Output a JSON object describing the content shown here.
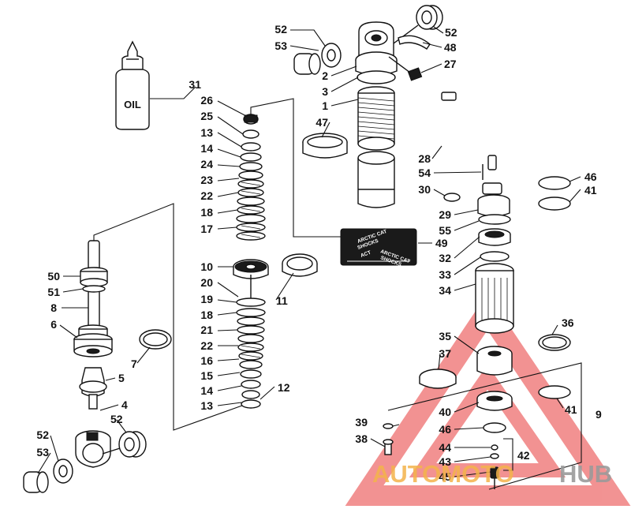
{
  "oil_bottle_label": "OIL",
  "decal_text": {
    "brand_line1": "ARCTIC CAT",
    "brand_line2": "SHOCKS",
    "brand_mark": "ACT"
  },
  "callouts": {
    "c1": "1",
    "c2": "2",
    "c3": "3",
    "c4": "4",
    "c5": "5",
    "c6": "6",
    "c7": "7",
    "c8": "8",
    "c9": "9",
    "c10": "10",
    "c11": "11",
    "c12": "12",
    "c13a": "13",
    "c13b": "13",
    "c14a": "14",
    "c14b": "14",
    "c15": "15",
    "c16": "16",
    "c17": "17",
    "c18a": "18",
    "c18b": "18",
    "c19": "19",
    "c20": "20",
    "c21": "21",
    "c22a": "22",
    "c22b": "22",
    "c23": "23",
    "c24": "24",
    "c25": "25",
    "c26": "26",
    "c27": "27",
    "c28": "28",
    "c29": "29",
    "c30": "30",
    "c31": "31",
    "c32": "32",
    "c33": "33",
    "c34": "34",
    "c35": "35",
    "c36": "36",
    "c37": "37",
    "c38": "38",
    "c39": "39",
    "c40": "40",
    "c41a": "41",
    "c41b": "41",
    "c42": "42",
    "c43": "43",
    "c44": "44",
    "c45": "45",
    "c46a": "46",
    "c46b": "46",
    "c47": "47",
    "c48": "48",
    "c49": "49",
    "c50": "50",
    "c51": "51",
    "c52a": "52",
    "c52b": "52",
    "c52c": "52",
    "c52d": "52",
    "c53a": "53",
    "c53b": "53",
    "c54": "54",
    "c55": "55"
  },
  "watermark": {
    "word_part1": "AUTOMOTO",
    "word_part2": "HUB",
    "color_part1": "#f3b34a",
    "color_part2": "#9a9a9a",
    "triangle_color": "#e83a3a"
  }
}
